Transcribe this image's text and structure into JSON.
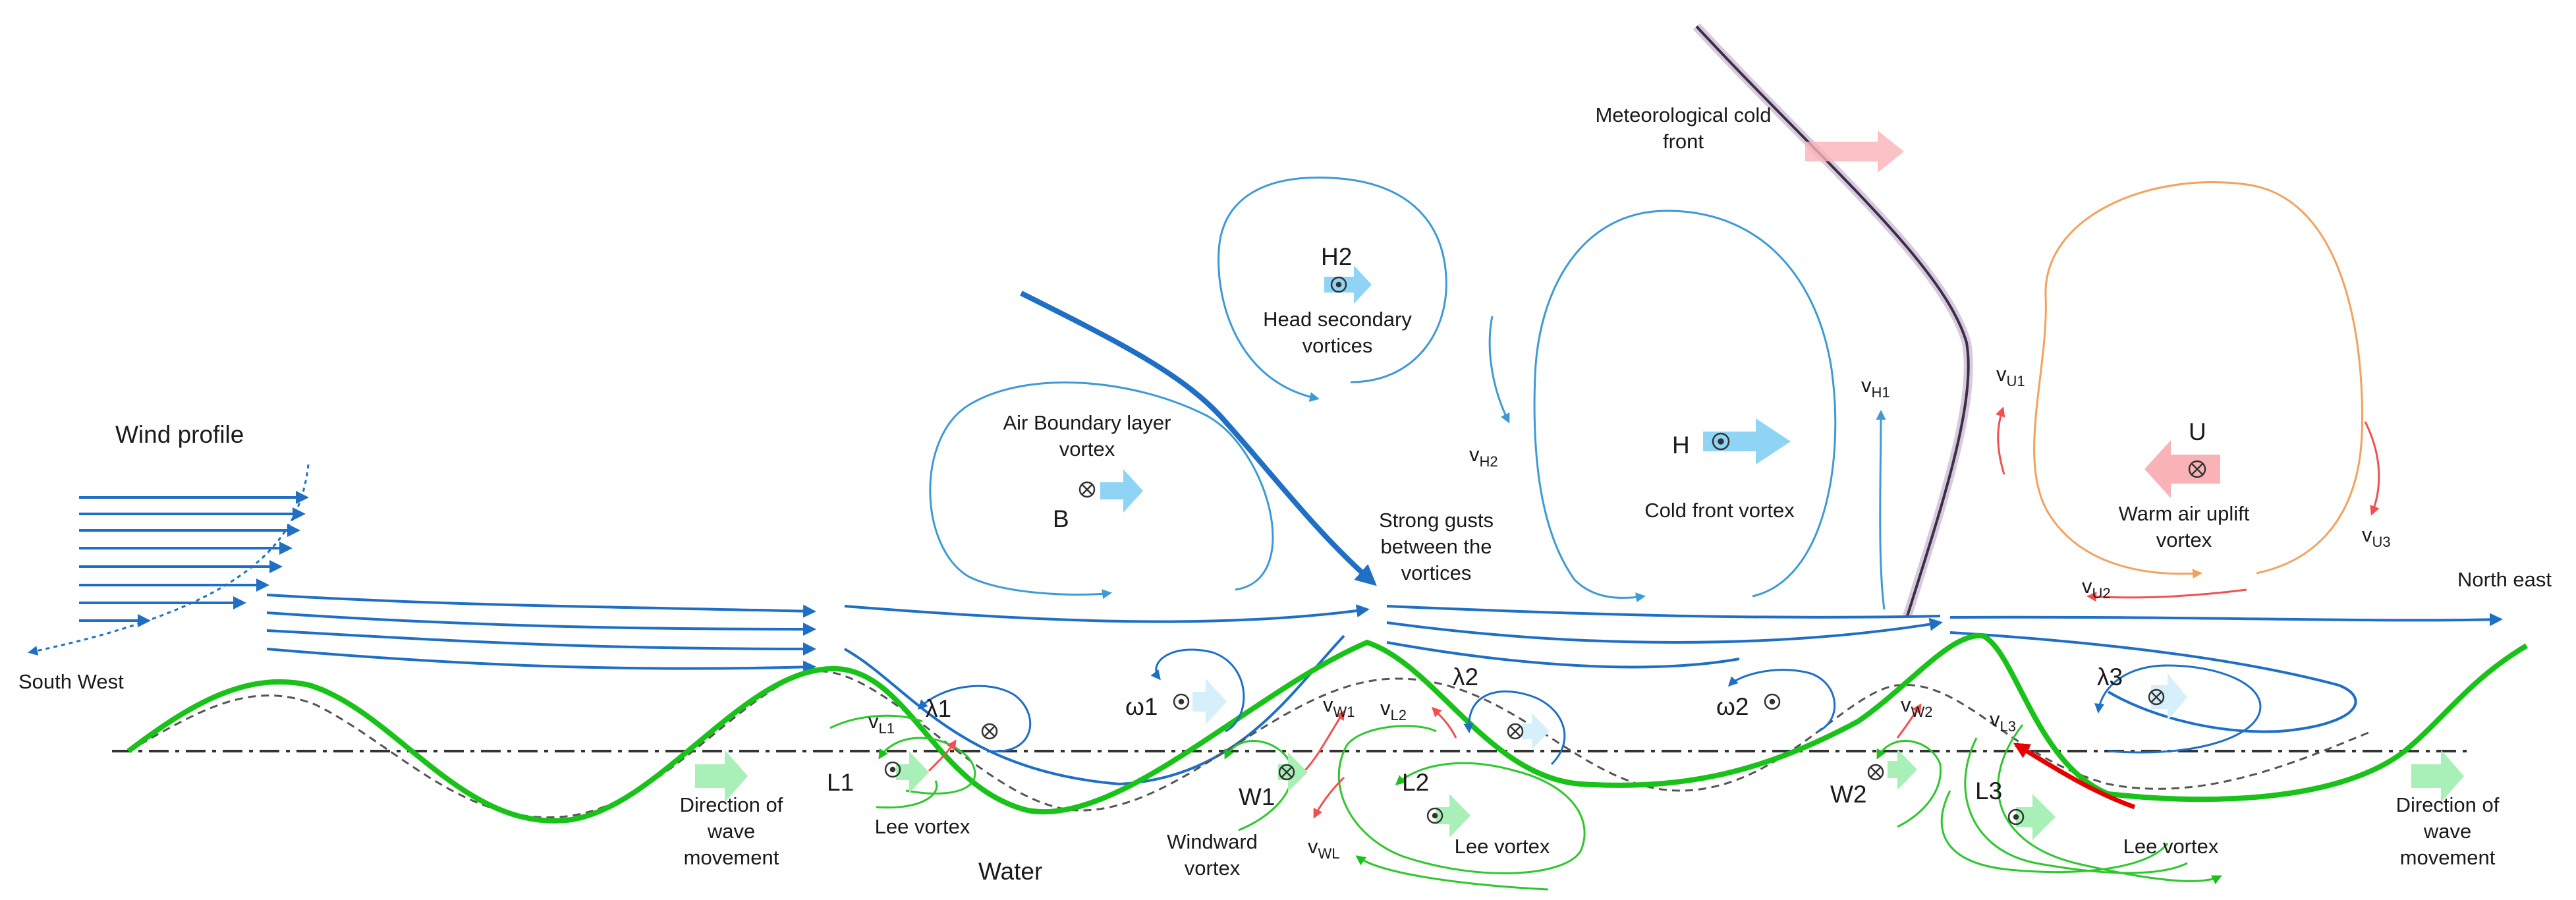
{
  "labels": {
    "wind_profile": "Wind profile",
    "south_west": "South West",
    "north_east": "North east",
    "water": "Water",
    "direction_wave_left_1": "Direction of",
    "direction_wave_left_2": "wave",
    "direction_wave_left_3": "movement",
    "direction_wave_right_1": "Direction of",
    "direction_wave_right_2": "wave",
    "direction_wave_right_3": "movement",
    "lee_vortex_1": "Lee vortex",
    "lee_vortex_2": "Lee vortex",
    "lee_vortex_3": "Lee vortex",
    "windward_vortex_1": "Windward",
    "windward_vortex_2": "vortex",
    "air_boundary_1": "Air Boundary layer",
    "air_boundary_2": "vortex",
    "head_secondary_1": "Head secondary",
    "head_secondary_2": "vortices",
    "cold_front_vortex": "Cold front  vortex",
    "warm_air_1": "Warm air uplift",
    "warm_air_2": "vortex",
    "strong_gusts_1": "Strong gusts",
    "strong_gusts_2": "between the",
    "strong_gusts_3": "vortices",
    "met_front_1": "Meteorological cold",
    "met_front_2": "front"
  },
  "symbols": {
    "B": "B",
    "H": "H",
    "H2": "H2",
    "U": "U",
    "L1": "L1",
    "L2": "L2",
    "L3": "L3",
    "W1": "W1",
    "W2": "W2",
    "omega1": "ω1",
    "omega2": "ω2",
    "lambda1": "λ1",
    "lambda2": "λ2",
    "lambda3": "λ3",
    "v": "v",
    "sub_L1": "L1",
    "sub_L2": "L2",
    "sub_L3": "L3",
    "sub_W1": "W1",
    "sub_W2": "W2",
    "sub_WL": "WL",
    "sub_H1": "H1",
    "sub_H2": "H2",
    "sub_U1": "U1",
    "sub_U2": "U2",
    "sub_U3": "U3"
  },
  "colors": {
    "wind_blue": "#1f6fc4",
    "vortex_blue": "#3d9ad6",
    "wave_green": "#19c219",
    "lee_green": "#2ec72e",
    "warm_orange": "#f4a15d",
    "uplift_red": "#f05050",
    "front_purple": "#9a7aa8",
    "block_arrow_blue": "#8fd3f5",
    "block_arrow_green": "#a8f0b8",
    "block_arrow_pink": "#f9b3b6"
  }
}
